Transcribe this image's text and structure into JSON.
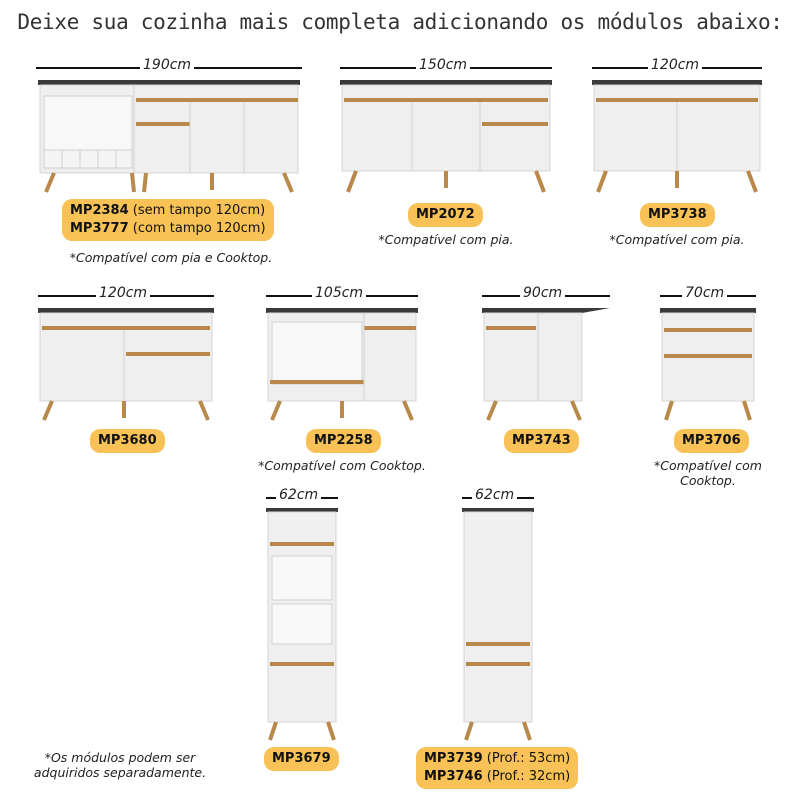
{
  "headline": "Deixe sua cozinha mais completa adicionando os módulos abaixo:",
  "modules": [
    {
      "width": "190cm",
      "codes": [
        {
          "code": "MP2384",
          "detail": " (sem tampo 120cm)"
        },
        {
          "code": "MP3777",
          "detail": " (com tampo 120cm)"
        }
      ],
      "note": "*Compatível com pia e Cooktop."
    },
    {
      "width": "150cm",
      "codes": [
        {
          "code": "MP2072",
          "detail": ""
        }
      ],
      "note": "*Compatível com pia."
    },
    {
      "width": "120cm",
      "codes": [
        {
          "code": "MP3738",
          "detail": ""
        }
      ],
      "note": "*Compatível com pia."
    },
    {
      "width": "120cm",
      "codes": [
        {
          "code": "MP3680",
          "detail": ""
        }
      ],
      "note": ""
    },
    {
      "width": "105cm",
      "codes": [
        {
          "code": "MP2258",
          "detail": ""
        }
      ],
      "note": "*Compatível com Cooktop."
    },
    {
      "width": "90cm",
      "codes": [
        {
          "code": "MP3743",
          "detail": ""
        }
      ],
      "note": ""
    },
    {
      "width": "70cm",
      "codes": [
        {
          "code": "MP3706",
          "detail": ""
        }
      ],
      "note_line1": "*Compatível com",
      "note_line2": "Cooktop."
    },
    {
      "width": "62cm",
      "codes": [
        {
          "code": "MP3679",
          "detail": ""
        }
      ],
      "note": ""
    },
    {
      "width": "62cm",
      "codes": [
        {
          "code": "MP3739",
          "detail": " (Prof.: 53cm)"
        },
        {
          "code": "MP3746",
          "detail": " (Prof.: 32cm)"
        }
      ],
      "note": ""
    }
  ],
  "footer_note_line1": "*Os módulos podem ser",
  "footer_note_line2": "adquiridos separadamente.",
  "colors": {
    "pill": "#f8c256",
    "cabinet": "#efefef",
    "wood": "#b8894a",
    "top": "#3a3a3a"
  }
}
